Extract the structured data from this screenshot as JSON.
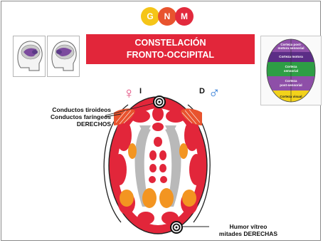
{
  "logo": {
    "letters": [
      "G",
      "N",
      "M"
    ],
    "colors": [
      "#f5c518",
      "#e8532e",
      "#e22a3d"
    ]
  },
  "title": {
    "line1": "CONSTELACIÓN",
    "line2": "FRONTO-OCCIPITAL"
  },
  "cortex_map": {
    "labels": [
      "Corteza post-",
      "motora sensorial",
      "Corteza motora",
      "Corteza",
      "sensorial",
      "Corteza",
      "post-sensorial",
      "Corteza visual"
    ]
  },
  "sides": {
    "left": "I",
    "right": "D"
  },
  "annotations": {
    "left_line1": "Conductos tiroideos",
    "left_line2": "Conductos faríngeos",
    "left_line3": "DERECHOS",
    "right_line1": "Humor vítreo",
    "right_line2": "mitades DERECHAS"
  },
  "colors": {
    "accent_red": "#e2263a",
    "female": "#e2477a",
    "male": "#2f7bd6",
    "orange": "#f39521",
    "gray": "#b9b9b9"
  }
}
